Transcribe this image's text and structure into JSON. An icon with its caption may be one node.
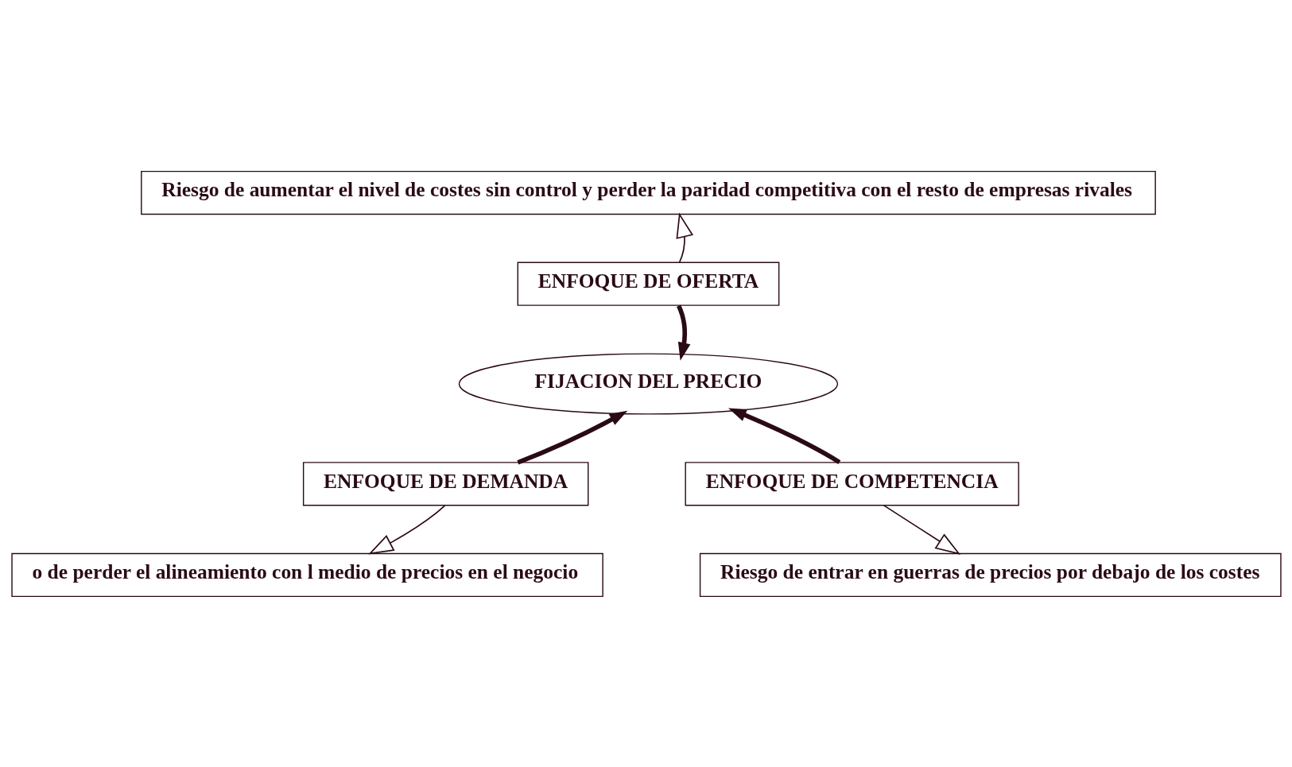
{
  "diagram": {
    "nodes": [
      {
        "text": [
          "Riesgo de aumentar el nivel de costes sin control y perder la paridad competitiva con el resto de empresas rivales"
        ]
      },
      {
        "text": [
          "ENFOQUE DE OFERTA"
        ]
      },
      {
        "text": [
          "FIJACION DEL PRECIO"
        ]
      },
      {
        "text": [
          "ENFOQUE DE DEMANDA"
        ]
      },
      {
        "text": [
          "ENFOQUE DE COMPETENCIA"
        ]
      },
      {
        "text": [
          "o de perder el alineamiento con l medio de precios en el negocio"
        ]
      },
      {
        "text": [
          "Riesgo de entrar en guerras de precios por debajo de los costes"
        ]
      }
    ],
    "edges": [
      {
        "from": 1,
        "to": 0,
        "arrow": "to"
      },
      {
        "from": 1,
        "to": 2,
        "arrow": "to",
        "style": "thick"
      },
      {
        "from": 3,
        "to": 2,
        "arrow": "to",
        "style": "thick"
      },
      {
        "from": 4,
        "to": 2,
        "arrow": "to",
        "style": "thick"
      },
      {
        "from": 3,
        "to": 5,
        "arrow": "to"
      },
      {
        "from": 4,
        "to": 6,
        "arrow": "to"
      }
    ]
  }
}
